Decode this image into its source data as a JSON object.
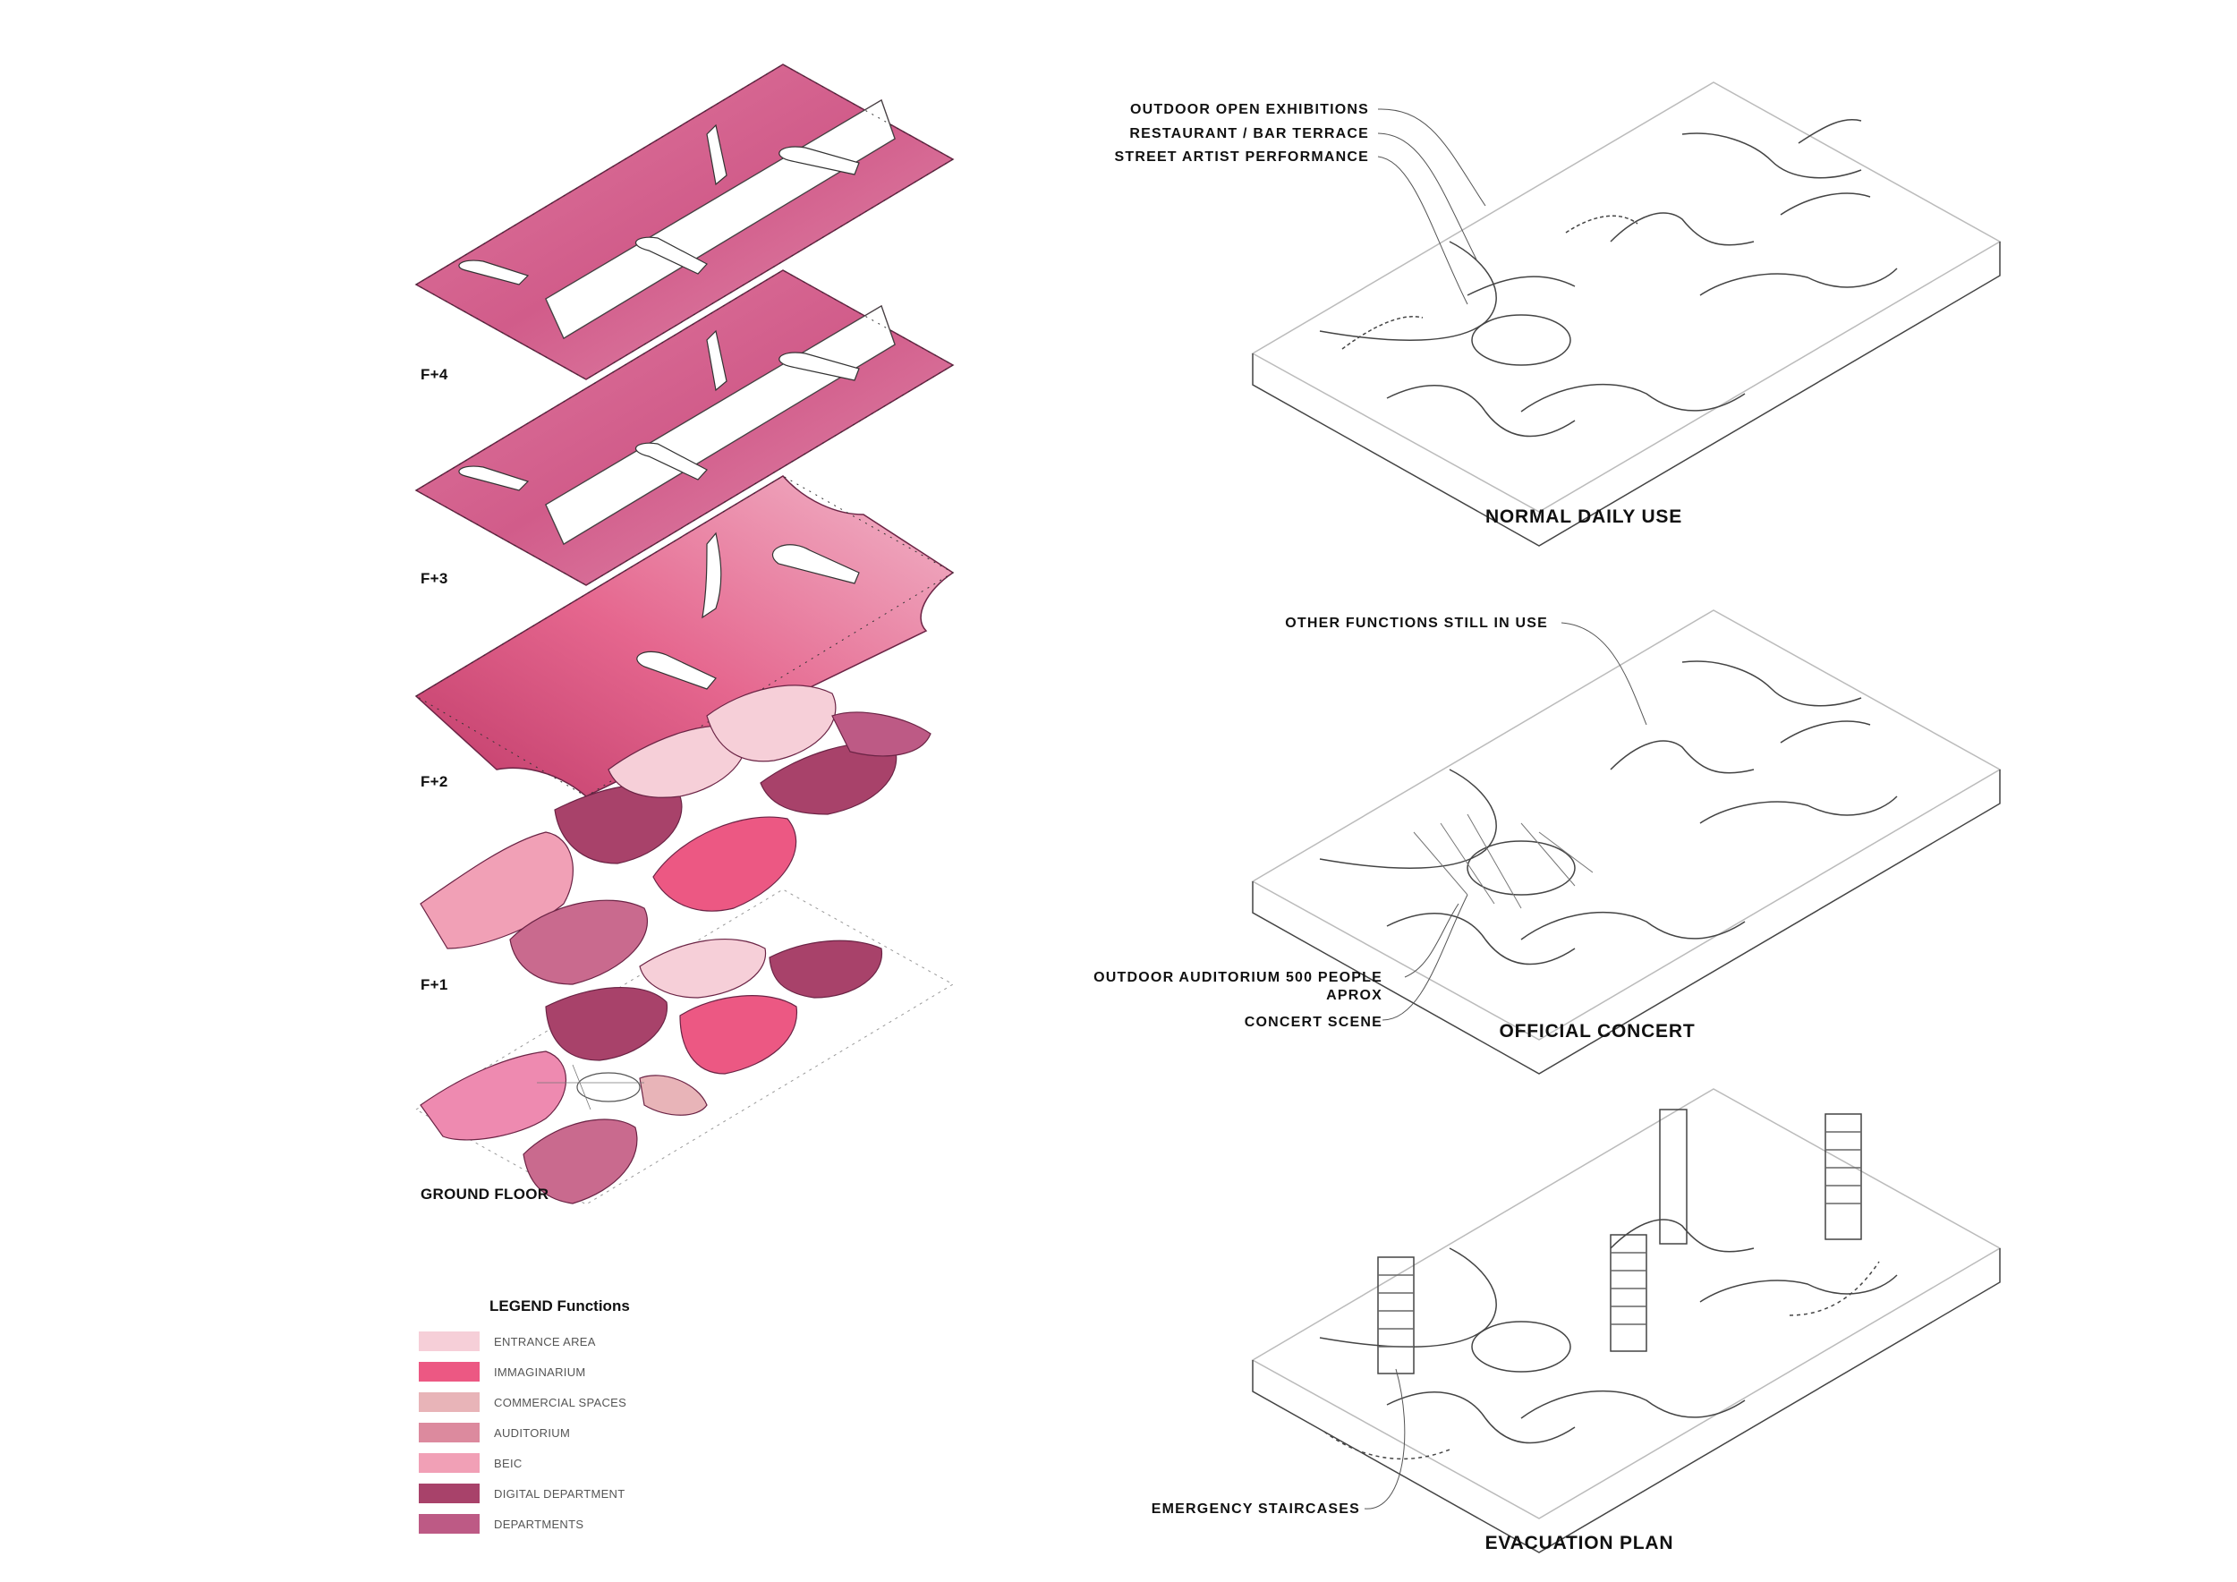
{
  "floors": [
    {
      "id": "f4",
      "label": "F+4"
    },
    {
      "id": "f3",
      "label": "F+3"
    },
    {
      "id": "f2",
      "label": "F+2"
    },
    {
      "id": "f1",
      "label": "F+1"
    },
    {
      "id": "gf",
      "label": "GROUND FLOOR"
    }
  ],
  "legend": {
    "title": "LEGEND Functions",
    "items": [
      {
        "label": "ENTRANCE AREA",
        "color": "#f6cfd8"
      },
      {
        "label": "IMMAGINARIUM",
        "color": "#ec5883"
      },
      {
        "label": "COMMERCIAL SPACES",
        "color": "#e8b4b8"
      },
      {
        "label": "AUDITORIUM",
        "color": "#dc8a9e"
      },
      {
        "label": "BEIC",
        "color": "#f1a0b6"
      },
      {
        "label": "DIGITAL DEPARTMENT",
        "color": "#a8426a"
      },
      {
        "label": "DEPARTMENTS",
        "color": "#bd5a85"
      }
    ]
  },
  "scenarios": [
    {
      "id": "normal",
      "title": "NORMAL DAILY USE",
      "annotations": [
        "OUTDOOR OPEN EXHIBITIONS",
        "RESTAURANT / BAR TERRACE",
        "STREET ARTIST PERFORMANCE"
      ]
    },
    {
      "id": "concert",
      "title": "OFFICIAL CONCERT",
      "annotations": [
        "OTHER FUNCTIONS STILL IN USE",
        "OUTDOOR AUDITORIUM 500 PEOPLE",
        "APROX",
        "CONCERT SCENE"
      ]
    },
    {
      "id": "evac",
      "title": "EVACUATION PLAN",
      "annotations": [
        "EMERGENCY STAIRCASES"
      ]
    }
  ]
}
